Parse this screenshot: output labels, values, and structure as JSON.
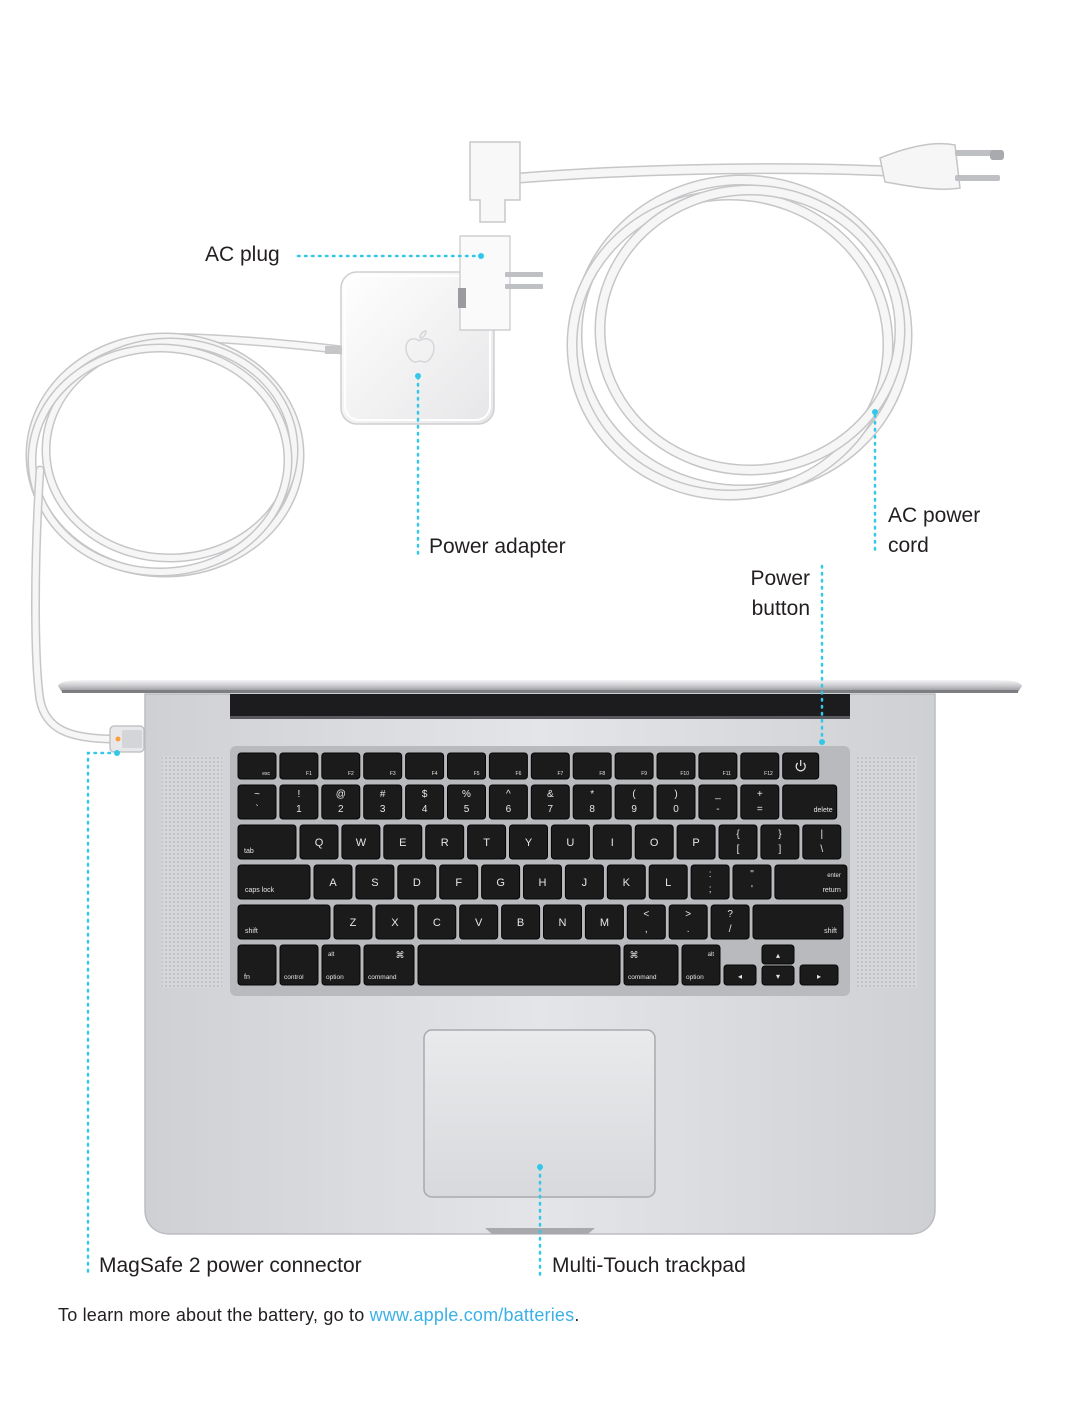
{
  "colors": {
    "leader": "#33c7e8",
    "link": "#3ab0e8",
    "text": "#231f20",
    "key": "#1b1b1b",
    "key_label": "#e6e6e6",
    "aluminum": "#d9d9dc",
    "cable": "#f2f2f2"
  },
  "icons": [
    "apple-logo-icon",
    "power-icon",
    "arrow-up-icon",
    "arrow-down-icon",
    "arrow-left-icon",
    "arrow-right-icon",
    "command-icon"
  ],
  "callouts": {
    "ac_plug": "AC plug",
    "power_adapter": "Power adapter",
    "ac_power_cord_line1": "AC power",
    "ac_power_cord_line2": "cord",
    "power_button_line1": "Power",
    "power_button_line2": "button",
    "magsafe": "MagSafe 2 power connector",
    "trackpad": "Multi-Touch trackpad"
  },
  "footer": {
    "prefix": "To learn more about the battery, go to ",
    "link": "www.apple.com/batteries",
    "suffix": "."
  },
  "keyboard": {
    "fn_row": [
      "esc",
      "F1",
      "F2",
      "F3",
      "F4",
      "F5",
      "F6",
      "F7",
      "F8",
      "F9",
      "F10",
      "F11",
      "F12"
    ],
    "number_row_top": [
      "~",
      "!",
      "@",
      "#",
      "$",
      "%",
      "^",
      "&",
      "*",
      "(",
      ")",
      "_",
      "+"
    ],
    "number_row_bottom": [
      "`",
      "1",
      "2",
      "3",
      "4",
      "5",
      "6",
      "7",
      "8",
      "9",
      "0",
      "-",
      "="
    ],
    "delete": "delete",
    "tab": "tab",
    "qwerty": [
      "Q",
      "W",
      "E",
      "R",
      "T",
      "Y",
      "U",
      "I",
      "O",
      "P"
    ],
    "bracket_top": [
      "{",
      "}",
      "|"
    ],
    "bracket_bottom": [
      "[",
      "]",
      "\\"
    ],
    "caps_lock": "caps lock",
    "asdf": [
      "A",
      "S",
      "D",
      "F",
      "G",
      "H",
      "J",
      "K",
      "L"
    ],
    "semi_top": [
      ":",
      "\""
    ],
    "semi_bottom": [
      ";",
      "'"
    ],
    "enter": "enter",
    "return": "return",
    "shift": "shift",
    "zxcv": [
      "Z",
      "X",
      "C",
      "V",
      "B",
      "N",
      "M"
    ],
    "comma_top": [
      "<",
      ">",
      "?"
    ],
    "comma_bottom": [
      ",",
      ".",
      "/"
    ],
    "fn": "fn",
    "control": "control",
    "alt": "alt",
    "option": "option",
    "command": "command"
  }
}
